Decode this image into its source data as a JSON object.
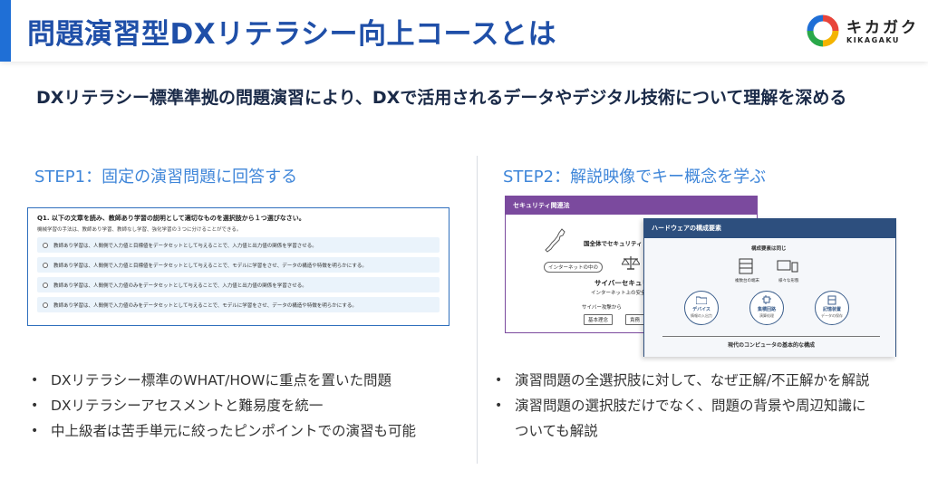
{
  "header": {
    "title": "問題演習型DXリテラシー向上コースとは",
    "logo_jp": "キカガク",
    "logo_en": "KIKAGAKU"
  },
  "lead": "DXリテラシー標準準拠の問題演習により、DXで活用されるデータやデジタル技術について理解を深める",
  "step1": {
    "title": "STEP1：固定の演習問題に回答する",
    "quiz": {
      "question": "Q1. 以下の文章を読み、教師あり学習の説明として適切なものを選択肢から１つ選びなさい。",
      "sub": "機械学習の手法は、教師あり学習、教師なし学習、強化学習の３つに分けることができる。",
      "options": [
        "教師あり学習は、人間側で入力値と目標値をデータセットとして与えることで、入力値と出力値の関係を学習させる。",
        "教師あり学習は、人間側で入力値と目標値をデータセットとして与えることで、モデルに学習をさせ、データの構造や特徴を明らかにする。",
        "教師あり学習は、人間側で入力値のみをデータセットとして与えることで、入力値と出力値の関係を学習させる。",
        "教師あり学習は、人間側で入力値のみをデータセットとして与えることで、モデルに学習をさせ、データの構造や特徴を明らかにする。"
      ]
    },
    "bullets": [
      "DXリテラシー標準のWHAT/HOWに重点を置いた問題",
      "DXリテラシーアセスメントと難易度を統一",
      "中上級者は苦手単元に絞ったピンポイントでの演習も可能"
    ]
  },
  "step2": {
    "title": "STEP2：解説映像でキー概念を学ぶ",
    "slide1": {
      "header": "セキュリティ関連法",
      "t1": "国全体でセキュリティ",
      "t2": "インターネットの中の",
      "t3": "サイバーセキュリティ",
      "t4": "インターネット上の安全",
      "t5": "サイバー攻撃から",
      "b1": "基本理念",
      "b2": "責務"
    },
    "slide2": {
      "header": "ハードウェアの構成要素",
      "caption": "構成要素は同じ",
      "icon1": "複数台の端末",
      "icon2": "様々な形態",
      "c1": "デバイス",
      "c1sub": "情報の入出力",
      "c2": "集積回路",
      "c2sub": "演算処理",
      "c3": "記憶装置",
      "c3sub": "データの保存",
      "bottom": "現代のコンピュータの基本的な構成"
    },
    "bullets": [
      "演習問題の全選択肢に対して、なぜ正解/不正解かを解説",
      "演習問題の選択肢だけでなく、問題の背景や周辺知識に"
    ],
    "bullet_cont": "ついても解説"
  },
  "colors": {
    "accent": "#1f6fd6",
    "title": "#1f4fa8",
    "step": "#3f86d9",
    "slide1": "#7b4a9e",
    "slide2": "#2d4f7e"
  }
}
